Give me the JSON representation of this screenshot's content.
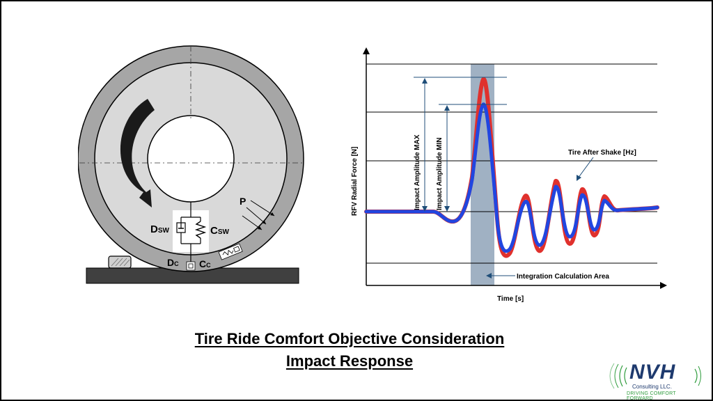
{
  "title": {
    "line1": "Tire Ride Comfort Objective Consideration",
    "line2": "Impact Response"
  },
  "tire_diagram": {
    "labels": {
      "dsw_main": "D",
      "dsw_sub": "SW",
      "csw_main": "C",
      "csw_sub": "SW",
      "dc_main": "D",
      "dc_sub": "C",
      "cc_main": "C",
      "cc_sub": "C",
      "p": "P"
    },
    "colors": {
      "tire": "#a6a6a6",
      "inner": "#d9d9d9",
      "road": "#404040",
      "arrow": "#1a1a1a"
    }
  },
  "graph": {
    "ylabel": "RFV Radial Force [N]",
    "xlabel": "Time [s]",
    "annotations": {
      "max": "Impact Amplitude MAX",
      "min": "Impact Amplitude MIN",
      "after_shake": "Tire After Shake [Hz]",
      "integration": "Integration Calculation Area"
    },
    "colors": {
      "red": "#e0312d",
      "blue": "#2146e0",
      "band": "#8fa3b8",
      "annotation": "#1f4e79"
    }
  },
  "logo": {
    "name": "NVH",
    "sub": "Consulting LLC.",
    "tagline": "DRIVING COMFORT FORWARD"
  }
}
